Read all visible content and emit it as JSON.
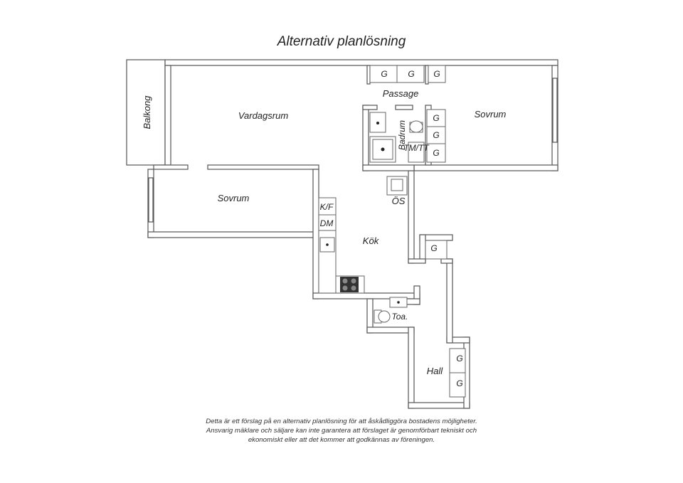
{
  "title": "Alternativ planlösning",
  "rooms": {
    "balkong": "Balkong",
    "vardagsrum": "Vardagsrum",
    "passage": "Passage",
    "sovrum_1": "Sovrum",
    "sovrum_2": "Sovrum",
    "badrum": "Badrum",
    "tm_tt": "TM/TT",
    "os": "ÖS",
    "kf": "K/F",
    "dm": "DM",
    "kok": "Kök",
    "toa": "Toa.",
    "hall": "Hall"
  },
  "wardrobe_label": "G",
  "disclaimer": {
    "line1": "Detta är ett förslag på en alternativ planlösning för att åskådliggöra bostadens möjligheter.",
    "line2": "Ansvarig mäklare och säljare kan inte garantera att förslaget är genomförbart tekniskt och",
    "line3": "ekonomiskt eller att det kommer att godkännas av föreningen."
  }
}
